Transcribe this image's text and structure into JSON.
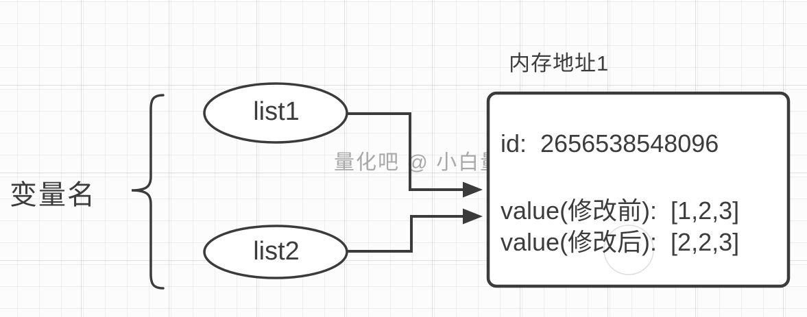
{
  "canvas": {
    "background": "#fcfcfc",
    "grid_minor_color": "#ebebeb",
    "grid_major_color": "#d9d9d9"
  },
  "diagram": {
    "variable_group_label": "变量名",
    "nodes": [
      {
        "label": "list1"
      },
      {
        "label": "list2"
      }
    ],
    "memory_box": {
      "title": "内存地址1",
      "id_line": "id:  2656538548096",
      "value_before_line": "value(修改前):  [1,2,3]",
      "value_after_line": "value(修改后):  [2,2,3]"
    },
    "watermark": "量化吧 @ 小白量化",
    "colors": {
      "stroke": "#3b3b3b",
      "text": "#3c3c3c",
      "watermark": "#a8a8a8",
      "watermark_circle": "#dedede"
    }
  }
}
